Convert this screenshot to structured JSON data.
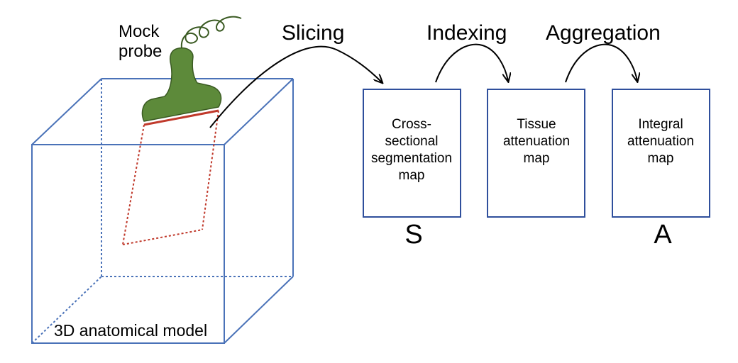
{
  "probe": {
    "label_line1": "Mock",
    "label_line2": "probe"
  },
  "model": {
    "label": "3D anatomical model"
  },
  "steps": {
    "slicing": "Slicing",
    "indexing": "Indexing",
    "aggregation": "Aggregation"
  },
  "boxes": [
    {
      "lines": [
        "Cross-",
        "sectional",
        "segmentation",
        "map"
      ],
      "symbol": "S"
    },
    {
      "lines": [
        "Tissue",
        "attenuation",
        "map"
      ],
      "symbol": ""
    },
    {
      "lines": [
        "Integral",
        "attenuation",
        "map"
      ],
      "symbol": "A"
    }
  ],
  "colors": {
    "cube": "#4a72b8",
    "box": "#2f4f9c",
    "probe_fill": "#5d8a3a",
    "probe_stroke": "#3a5a22",
    "slice": "#c0392b",
    "arrow": "#000000"
  }
}
